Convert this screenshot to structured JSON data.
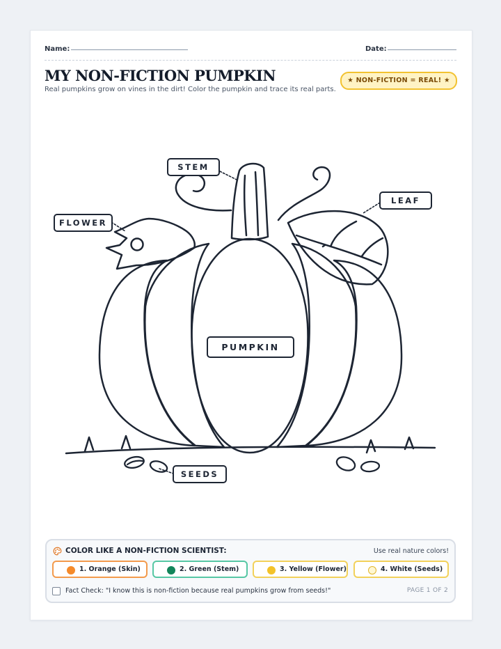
{
  "header": {
    "name_label": "Name:",
    "date_label": "Date:",
    "title": "MY NON-FICTION PUMPKIN",
    "subtitle": "Real pumpkins grow on vines in the dirt! Color the pumpkin and trace its real parts.",
    "badge": "★ NON-FICTION = REAL! ★"
  },
  "labels": {
    "stem": "STEM",
    "leaf": "LEAF",
    "flower": "FLOWER",
    "pumpkin": "PUMPKIN",
    "seeds": "SEEDS"
  },
  "legend": {
    "icon": "palette-icon",
    "title": "COLOR LIKE A NON-FICTION SCIENTIST:",
    "note": "Use real nature colors!",
    "items": [
      {
        "label": "1. Orange (Skin)",
        "dot_color": "#f58a2a",
        "border_color": "#f39a4c"
      },
      {
        "label": "2. Green (Stem)",
        "dot_color": "#12855a",
        "border_color": "#56c7a4"
      },
      {
        "label": "3. Yellow (Flower)",
        "dot_color": "#f3c229",
        "border_color": "#f2d15a"
      },
      {
        "label": "4. White (Seeds)",
        "dot_color": "#fff7d1",
        "border_color": "#f2d15a"
      }
    ],
    "fact_check": "Fact Check: \"I know this is non-fiction because real pumpkins grow from seeds!\"",
    "page": "PAGE 1 OF 2"
  }
}
